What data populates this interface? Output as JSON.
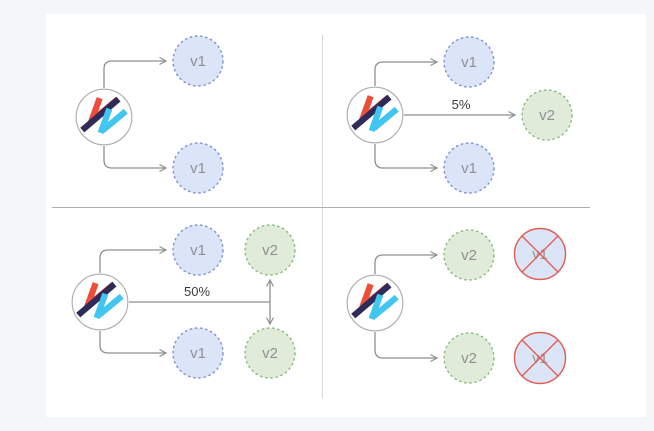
{
  "title": "werf canary deployment diagram",
  "colors": {
    "background": "#f5f6f7",
    "card": "#ffffff",
    "divider_h": "#aeaeae",
    "divider_v": "#d7d7d7",
    "arrow": "#8f8f8f",
    "ring": "#aeaeae",
    "v1_fill": "#dce4f7",
    "v1_border": "#7e93d8",
    "v2_fill": "#e0ecd9",
    "v2_border": "#8dbb7e",
    "removed_fill": "#dce4f7",
    "removed_border": "#e15b52",
    "node_text": "#8f9094",
    "label_text": "#3b3b3b",
    "logo_navy": "#2e2a59",
    "logo_red": "#ee4d37",
    "logo_blue": "#40c6f1"
  },
  "quadrants": {
    "top_left": {
      "nodes": {
        "top": "v1",
        "bottom": "v1"
      }
    },
    "top_right": {
      "percent": "5%",
      "nodes": {
        "top": "v1",
        "middle": "v2",
        "bottom": "v1"
      }
    },
    "bottom_left": {
      "percent": "50%",
      "nodes": {
        "top_v1": "v1",
        "top_v2": "v2",
        "bottom_v1": "v1",
        "bottom_v2": "v2"
      }
    },
    "bottom_right": {
      "nodes": {
        "top_v2": "v2",
        "top_removed": "v1",
        "bottom_v2": "v2",
        "bottom_removed": "v1"
      }
    }
  }
}
